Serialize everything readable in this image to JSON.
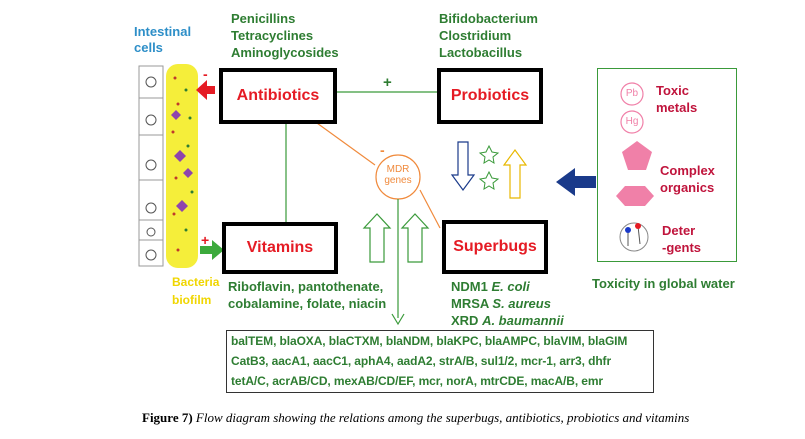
{
  "labels": {
    "intestinal_cells": "Intestinal cells",
    "bacteria_biofilm_line1": "Bacteria",
    "bacteria_biofilm_line2": "biofilm",
    "antibiotic_list": [
      "Penicillins",
      "Tetracyclines",
      "Aminoglycosides"
    ],
    "probiotic_list": [
      "Bifidobacterium",
      "Clostridium",
      "Lactobacillus"
    ],
    "vitamin_list": [
      "Riboflavin, pantothenate,",
      "cobalamine, folate, niacin"
    ],
    "superbug_list": [
      {
        "prefix": "NDM1 ",
        "species": "E. coli"
      },
      {
        "prefix": "MRSA ",
        "species": "S. aureus"
      },
      {
        "prefix": "XRD ",
        "species": "A. baumannii"
      }
    ],
    "mdr_genes_line1": "MDR",
    "mdr_genes_line2": "genes",
    "plus_sign": "+",
    "minus_sign": "-"
  },
  "boxes": {
    "antibiotics": "Antibiotics",
    "probiotics": "Probiotics",
    "vitamins": "Vitamins",
    "superbugs": "Superbugs"
  },
  "genes": [
    "balTEM, blaOXA, blaCTXM, blaNDM, blaKPC, blaAMPC, blaVIM, blaGIM",
    "CatB3, aacA1, aacC1, aphA4, aadA2, strA/B, sul1/2, mcr-1, arr3, dhfr",
    "tetA/C, acrAB/CD, mexAB/CD/EF, mcr, norA, mtrCDE, macA/B, emr"
  ],
  "legend": {
    "pb": "Pb",
    "hg": "Hg",
    "toxic_metals": [
      "Toxic",
      "metals"
    ],
    "complex_organics": [
      "Complex",
      "organics"
    ],
    "detergents": [
      "Deter",
      "-gents"
    ],
    "caption": "Toxicity in global water"
  },
  "caption": {
    "figure_label": "Figure 7)",
    "text": "Flow diagram showing the relations among the superbugs, antibiotics, probiotics and vitamins"
  },
  "colors": {
    "box_text": "#e51b24",
    "green_text": "#2e7d32",
    "blue_text": "#2e8fc8",
    "orange": "#f08a3c",
    "navy_arrow": "#1a3a8a",
    "pink": "#f080a8"
  }
}
